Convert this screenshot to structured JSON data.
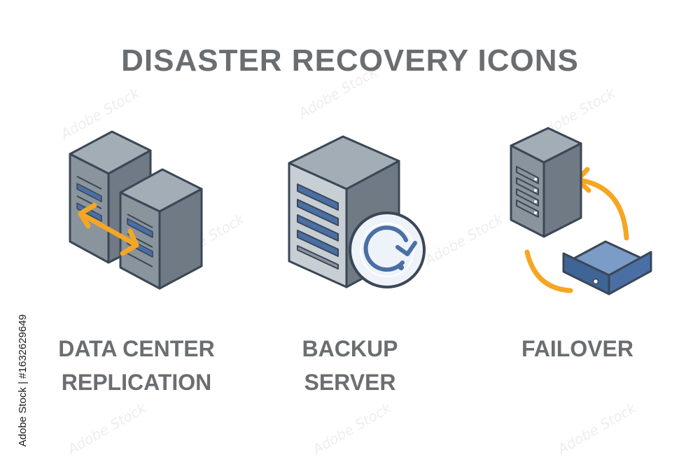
{
  "title": "DISASTER RECOVERY ICONS",
  "icons": [
    {
      "icon": "data-center-replication-icon",
      "line1": "DATA CENTER",
      "line2": "REPLICATION"
    },
    {
      "icon": "backup-server-icon",
      "line1": "BACKUP",
      "line2": "SERVER"
    },
    {
      "icon": "failover-icon",
      "line1": "FAILOVER"
    }
  ],
  "stock_id": "Adobe Stock | #1632629649",
  "watermark": "Adobe Stock",
  "colors": {
    "title_text": "#6b6e70",
    "server_gray": "#7e8891",
    "server_light": "#a3adb5",
    "outline": "#3b4756",
    "accent_blue": "#4a6fa5",
    "accent_orange": "#f5a623"
  }
}
